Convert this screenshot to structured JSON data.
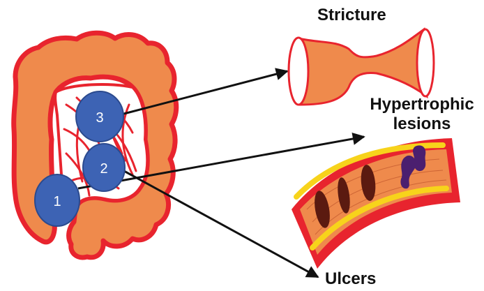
{
  "labels": {
    "stricture": "Stricture",
    "hypertrophic_line1": "Hypertrophic",
    "hypertrophic_line2": "lesions",
    "ulcers": "Ulcers"
  },
  "markers": [
    {
      "id": "1",
      "text": "1"
    },
    {
      "id": "2",
      "text": "2"
    },
    {
      "id": "3",
      "text": "3"
    }
  ],
  "colors": {
    "colon_fill": "#ef8a4c",
    "colon_outline": "#e8242e",
    "marker_fill": "#3d63b4",
    "marker_stroke": "#2b4a8e",
    "arrow": "#111111",
    "lesion_yellow": "#f7d31b",
    "lesion_dark": "#5b1a10",
    "ulcer_purple": "#4b1f6f"
  }
}
